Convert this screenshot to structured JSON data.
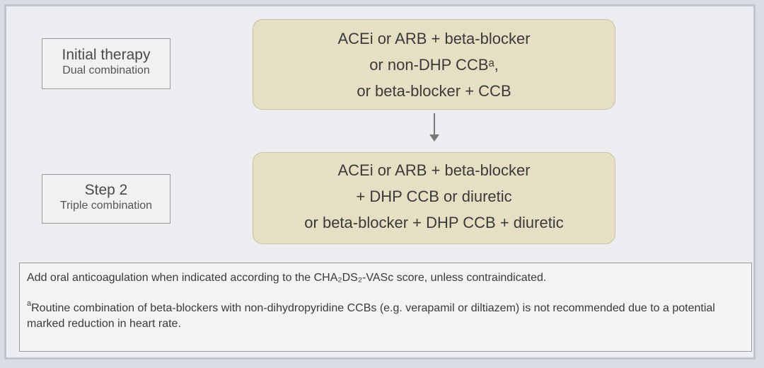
{
  "steps": [
    {
      "label_title": "Initial therapy",
      "label_sub": "Dual combination",
      "therapy_lines": [
        "ACEi or ARB + beta-blocker",
        "or non-DHP CCBᵃ,",
        "or beta-blocker + CCB"
      ]
    },
    {
      "label_title": "Step 2",
      "label_sub": "Triple combination",
      "therapy_lines": [
        "ACEi or ARB + beta-blocker",
        "+ DHP CCB or diuretic",
        "or beta-blocker + DHP CCB + diuretic"
      ]
    }
  ],
  "notes": {
    "anticoag": "Add oral anticoagulation when indicated according to the CHA₂DS₂-VASc score, unless contraindicated.",
    "footnote_marker": "a",
    "footnote": "Routine combination of beta-blockers with non-dihydropyridine CCBs (e.g. verapamil or diltiazem) is not recommended due to a potential marked reduction in heart rate."
  },
  "colors": {
    "therapy_box_fill": "#e6dfc4",
    "label_border": "#9a9a9a",
    "frame_border": "#bcc6d0"
  }
}
